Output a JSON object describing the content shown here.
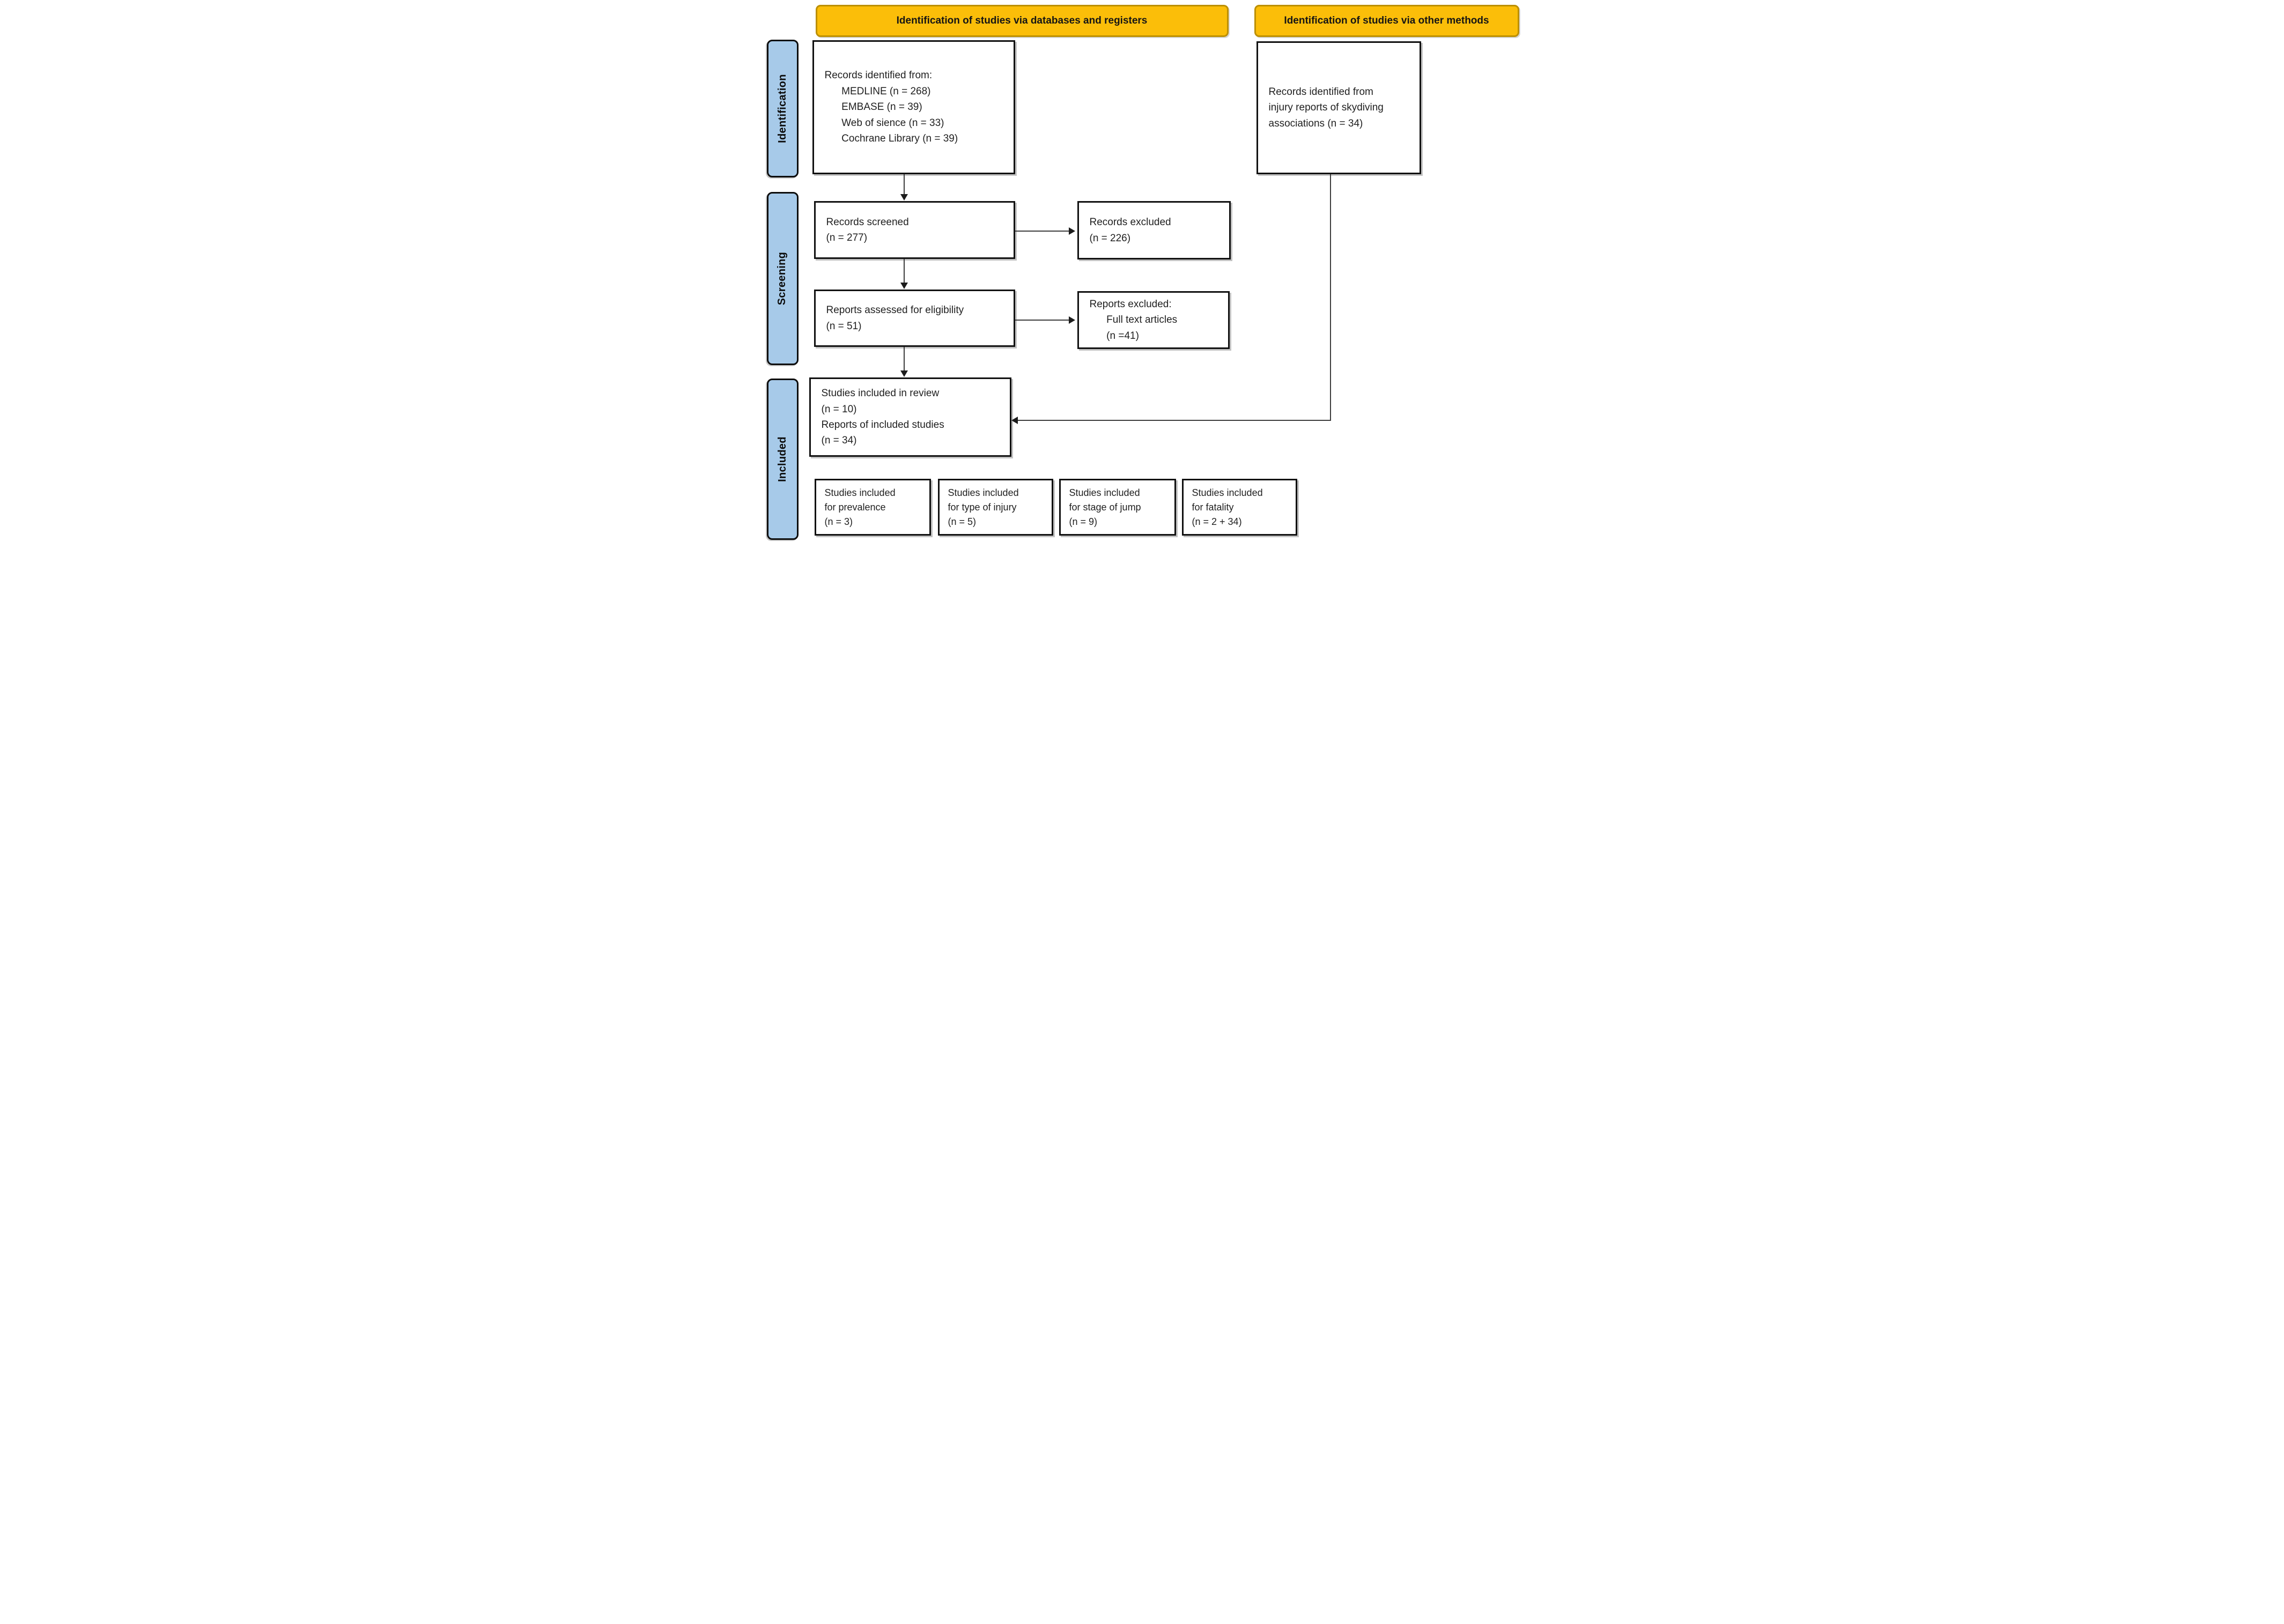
{
  "headers": {
    "databases": "Identification of studies via databases and registers",
    "other_methods": "Identification of studies via other methods"
  },
  "lanes": {
    "identification": "Identification",
    "screening": "Screening",
    "included": "Included"
  },
  "boxes": {
    "records_identified": "Records identified from:\n      MEDLINE (n = 268)\n      EMBASE (n = 39)\n      Web of sience (n = 33)\n      Cochrane Library (n = 39)",
    "records_other_methods": "Records identified from\ninjury reports of skydiving\nassociations (n = 34)",
    "records_screened": "Records screened\n(n = 277)",
    "records_excluded": "Records excluded\n(n = 226)",
    "reports_assessed": "Reports assessed for eligibility\n(n = 51)",
    "reports_excluded": "Reports excluded:\n      Full text articles\n      (n =41)",
    "studies_included": "Studies included in review\n(n = 10)\nReports of included studies\n(n = 34)",
    "prevalence": "Studies included\nfor prevalence\n(n = 3)",
    "type_of_injury": "Studies included\nfor type of injury\n(n = 5)",
    "stage_of_jump": "Studies included\nfor stage of jump\n(n = 9)",
    "fatality": "Studies included\nfor fatality\n(n = 2 + 34)"
  },
  "colors": {
    "header_fill": "#FBBE09",
    "header_border": "#BC8F00",
    "lane_fill": "#A7CAE9",
    "box_border": "#111111",
    "line": "#3d3d3d"
  }
}
